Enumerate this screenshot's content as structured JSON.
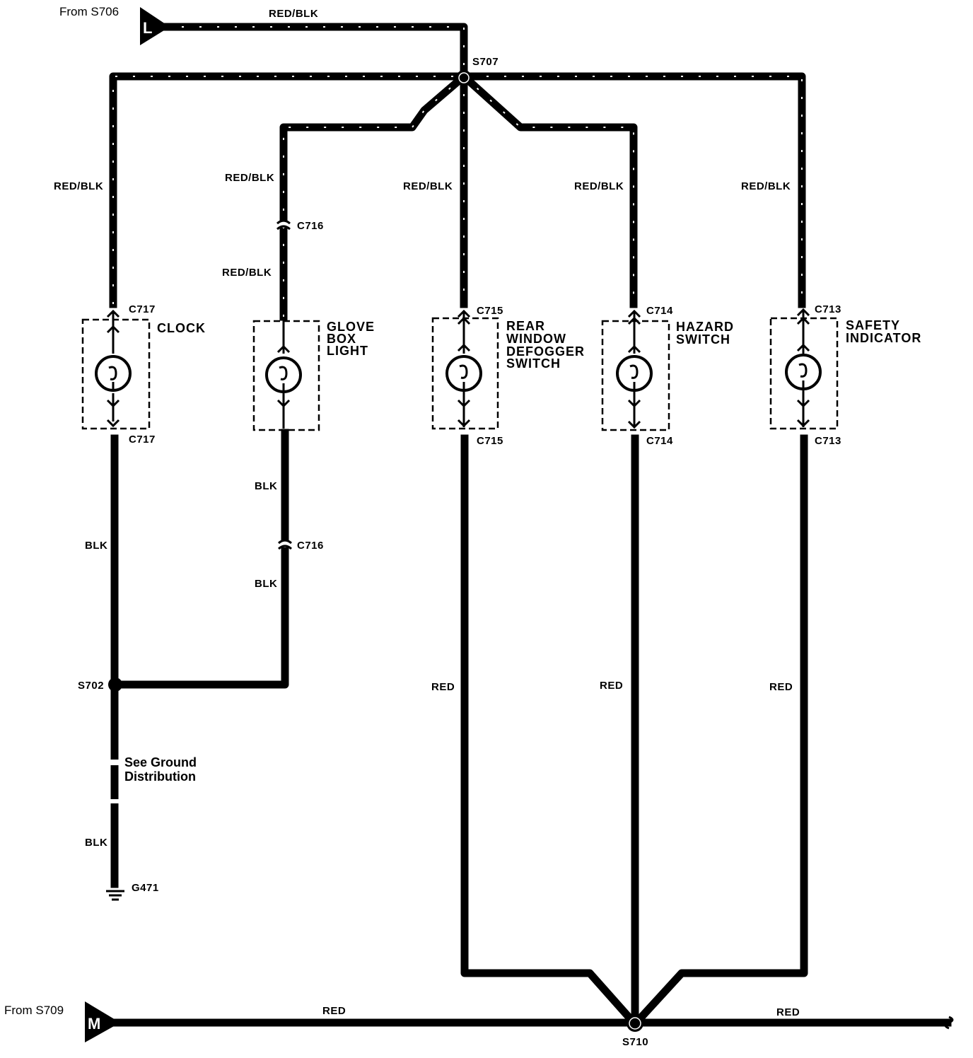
{
  "sources": {
    "from_s706": "From S706",
    "from_s706_letter": "L",
    "from_s709": "From S709",
    "from_s709_letter": "M"
  },
  "splices": {
    "s707": "S707",
    "s702": "S702",
    "s710": "S710"
  },
  "wires": {
    "top_feed": "RED/BLK",
    "clock_feed": "RED/BLK",
    "glove_feed_upper": "RED/BLK",
    "glove_feed_lower": "RED/BLK",
    "defogger_feed": "RED/BLK",
    "hazard_feed": "RED/BLK",
    "safety_feed": "RED/BLK",
    "clock_ground": "BLK",
    "glove_ground_upper": "BLK",
    "glove_ground_lower": "BLK",
    "ground_lower": "BLK",
    "defogger_return": "RED",
    "hazard_return": "RED",
    "safety_return": "RED",
    "bottom_left": "RED",
    "bottom_right": "RED"
  },
  "connectors": {
    "c717_top": "C717",
    "c717_bottom": "C717",
    "c716_upper": "C716",
    "c716_lower": "C716",
    "c715_top": "C715",
    "c715_bottom": "C715",
    "c714_top": "C714",
    "c714_bottom": "C714",
    "c713_top": "C713",
    "c713_bottom": "C713"
  },
  "components": {
    "clock": [
      "CLOCK"
    ],
    "glove_box_light": [
      "GLOVE",
      "BOX",
      "LIGHT"
    ],
    "rear_window_defogger_switch": [
      "REAR",
      "WINDOW",
      "DEFOGGER",
      "SWITCH"
    ],
    "hazard_switch": [
      "HAZARD",
      "SWITCH"
    ],
    "safety_indicator": [
      "SAFETY",
      "INDICATOR"
    ]
  },
  "ground": {
    "note_line1": "See Ground",
    "note_line2": "Distribution",
    "ground_id": "G471"
  }
}
